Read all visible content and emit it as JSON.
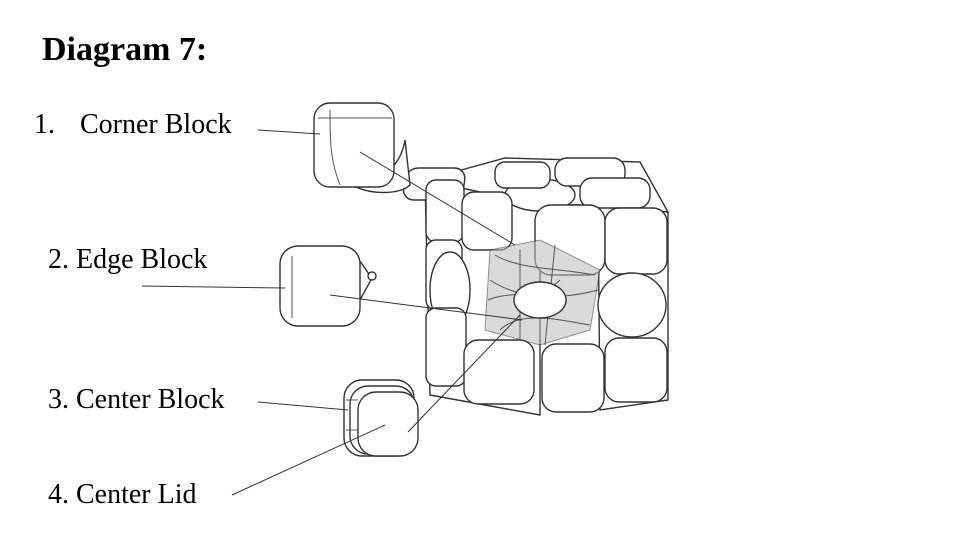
{
  "title": "Diagram 7:",
  "parts": [
    {
      "number": "1.",
      "label": "Corner Block"
    },
    {
      "number": "2.",
      "label": "Edge Block"
    },
    {
      "number": "3.",
      "label": "Center Block"
    },
    {
      "number": "4.",
      "label": "Center Lid"
    }
  ]
}
